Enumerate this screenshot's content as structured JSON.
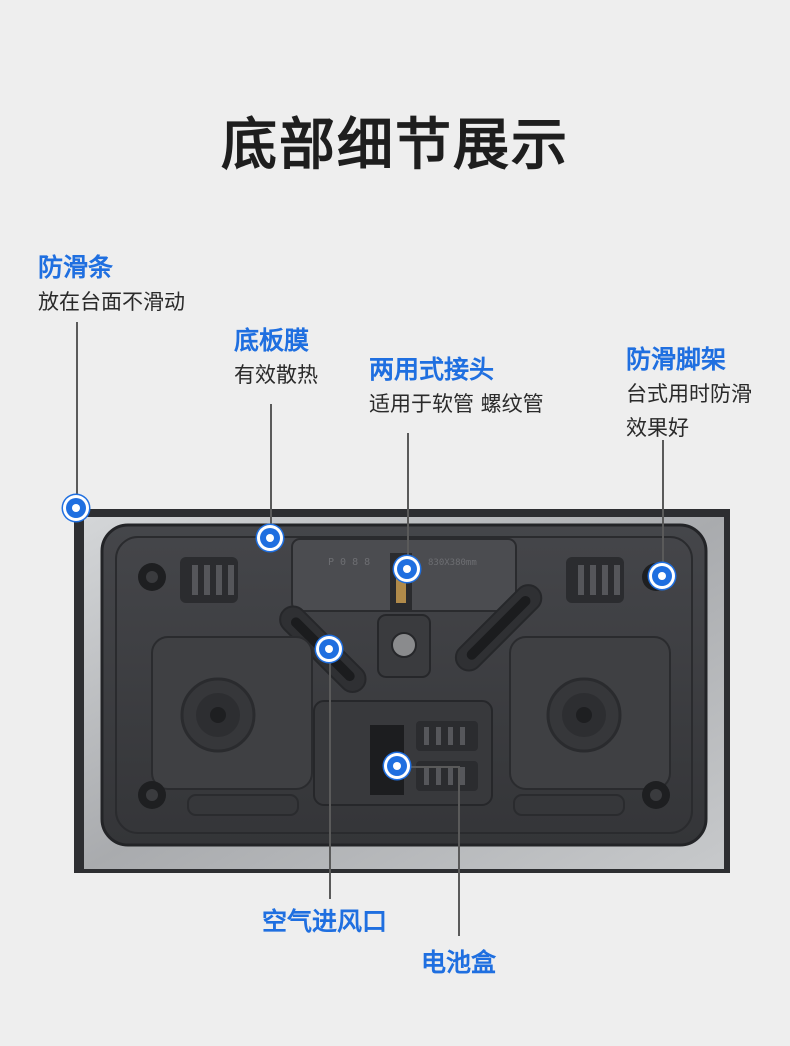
{
  "title": "底部细节展示",
  "callouts": {
    "anti_slip_strip": {
      "heading": "防滑条",
      "desc": "放在台面不滑动"
    },
    "bottom_film": {
      "heading": "底板膜",
      "desc": "有效散热"
    },
    "dual_joint": {
      "heading": "两用式接头",
      "desc": "适用于软管 螺纹管"
    },
    "anti_slip_feet": {
      "heading": "防滑脚架",
      "desc1": "台式用时防滑",
      "desc2": "效果好"
    },
    "air_inlet": {
      "heading": "空气进风口"
    },
    "battery_box": {
      "heading": "电池盒"
    }
  },
  "product_image": {
    "plate_marking": "P 0 8 8",
    "size_marking": "830X380mm"
  },
  "colors": {
    "accent": "#1f6fe0",
    "background": "#eeeeee",
    "stainless_frame": "#b8babc",
    "bottom_plate": "#3c3d40"
  }
}
